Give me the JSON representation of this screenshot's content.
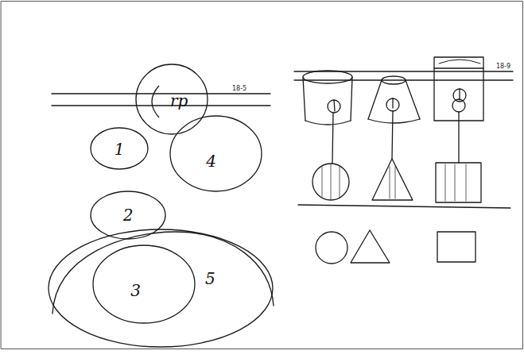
{
  "diagram": {
    "nodes": [
      {
        "text": [
          "rp"
        ]
      },
      {
        "text": [
          "1"
        ]
      },
      {
        "text": [
          "4"
        ]
      },
      {
        "text": [
          "2"
        ]
      },
      {
        "text": [
          "5"
        ]
      },
      {
        "text": [
          "3"
        ],
        "in": 4
      }
    ],
    "labels": [
      "18-5",
      "18-9"
    ]
  }
}
